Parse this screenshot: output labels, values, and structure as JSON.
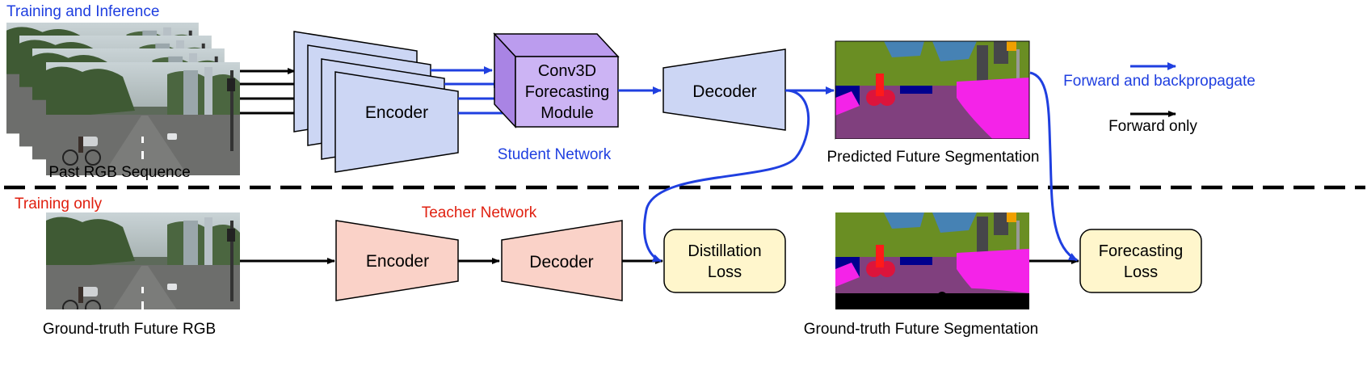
{
  "labels": {
    "training_inference": "Training and Inference",
    "training_only": "Training only",
    "past_rgb": "Past RGB Sequence",
    "gt_future_rgb": "Ground-truth Future RGB",
    "student_network": "Student Network",
    "teacher_network": "Teacher Network",
    "predicted_seg": "Predicted Future Segmentation",
    "gt_seg": "Ground-truth Future Segmentation"
  },
  "blocks": {
    "student_encoder": "Encoder",
    "conv3d_line1": "Conv3D",
    "conv3d_line2": "Forecasting",
    "conv3d_line3": "Module",
    "student_decoder": "Decoder",
    "teacher_encoder": "Encoder",
    "teacher_decoder": "Decoder",
    "distill_line1": "Distillation",
    "distill_line2": "Loss",
    "forecast_line1": "Forecasting",
    "forecast_line2": "Loss"
  },
  "legend": {
    "forward_backprop": "Forward and backpropagate",
    "forward_only": "Forward only"
  },
  "colors": {
    "blue": "#1f3fe0",
    "red": "#e02010",
    "student_fill": "#ccd6f4",
    "conv3d_fill": "#ccb4f4",
    "teacher_fill": "#fad2c8",
    "loss_fill": "#fff6cc",
    "seg_road": "#80407e",
    "seg_veg": "#6a8e23",
    "seg_sky": "#4682b4",
    "seg_sidewalk": "#f423e8",
    "seg_car": "#00008e",
    "seg_person": "#dc143c"
  }
}
